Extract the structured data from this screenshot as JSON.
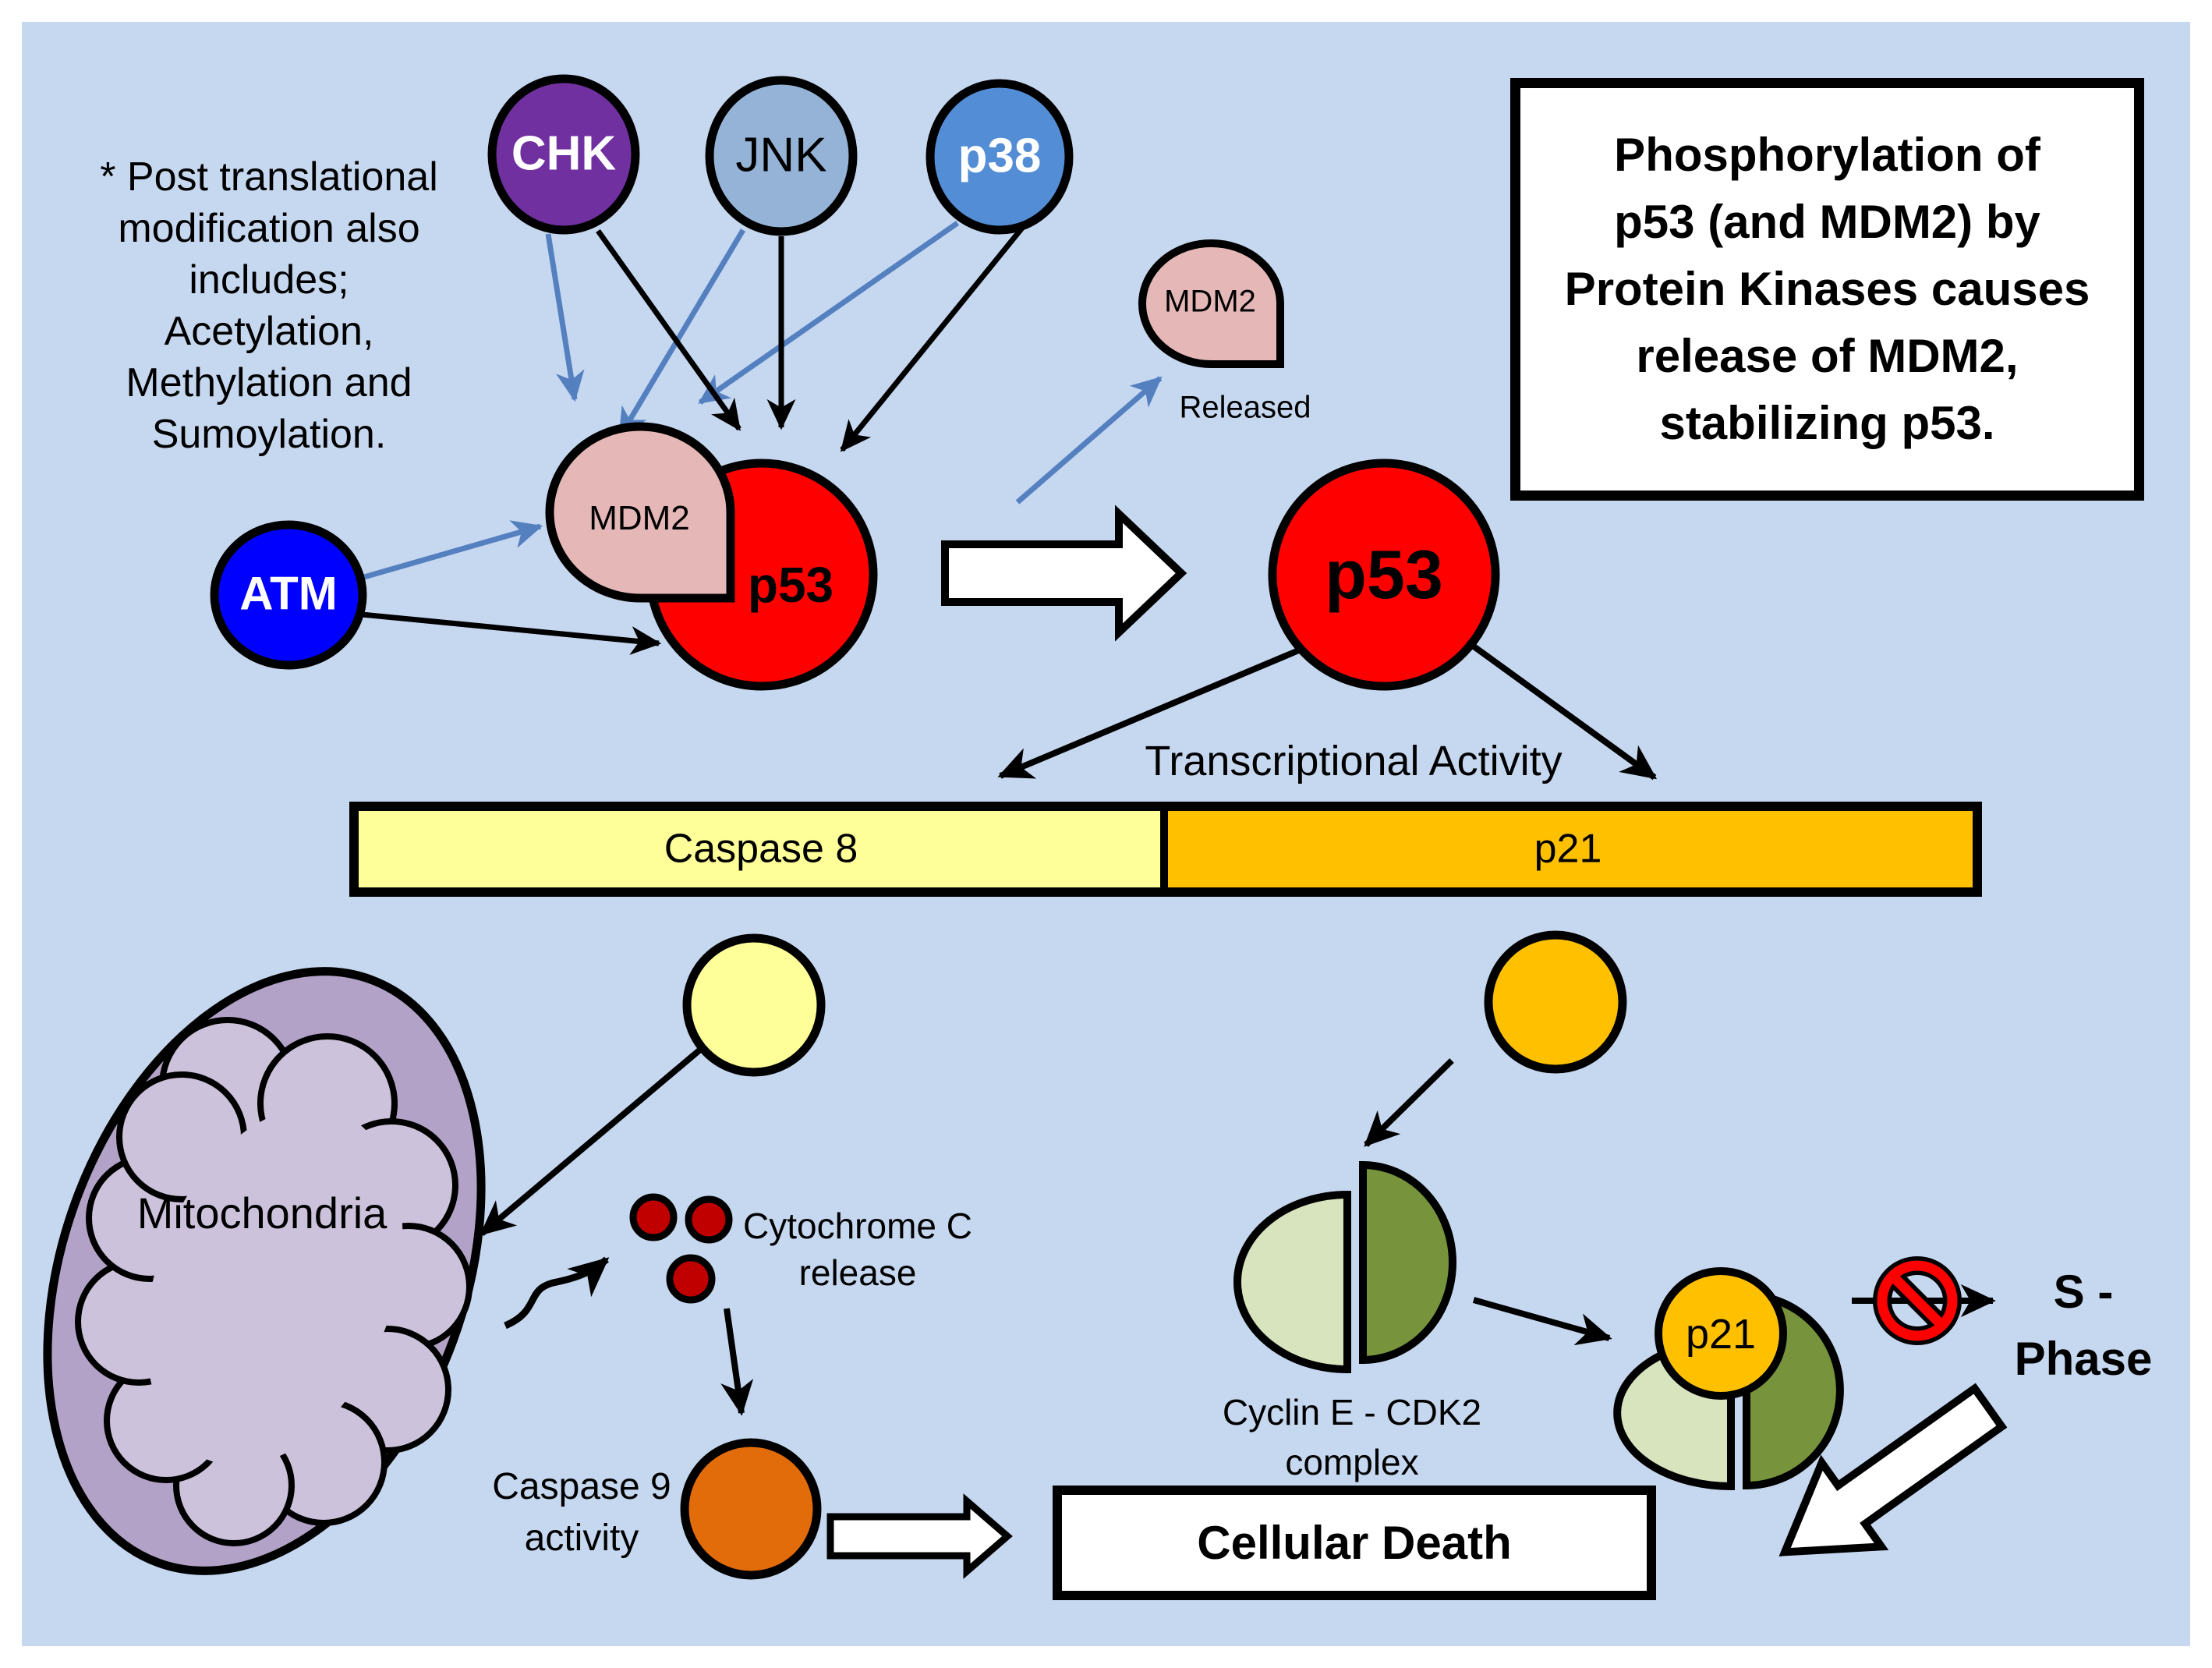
{
  "note": {
    "text": "* Post translational\nmodification also\nincludes;\nAcetylation,\nMethylation and\nSumoylation."
  },
  "info_box": {
    "text": "Phosphorylation of\np53 (and MDM2) by\nProtein Kinases causes\nrelease of MDM2,\nstabilizing p53."
  },
  "kinases": {
    "chk": "CHK",
    "jnk": "JNK",
    "p38": "p38",
    "atm": "ATM"
  },
  "complex": {
    "mdm2": "MDM2",
    "p53": "p53"
  },
  "released": {
    "mdm2": "MDM2",
    "caption": "Released"
  },
  "free_p53": {
    "label": "p53"
  },
  "transcription": {
    "label": "Transcriptional Activity",
    "caspase8": "Caspase 8",
    "p21": "p21"
  },
  "mitochondria": {
    "label": "Mitochondria"
  },
  "cytochrome": {
    "label": "Cytochrome C\nrelease"
  },
  "caspase9": {
    "label": "Caspase 9\nactivity"
  },
  "cellular_death": {
    "label": "Cellular Death"
  },
  "cyclin": {
    "label": "Cyclin E - CDK2\ncomplex",
    "p21": "p21"
  },
  "s_phase": {
    "label": "S -\nPhase"
  },
  "colors": {
    "panel": "#C6D8F0",
    "chk": "#7030A0",
    "jnk": "#95B3D7",
    "p38": "#538DD5",
    "atm": "#0000FF",
    "mdm2": "#E5B8B7",
    "p53": "#FF0000",
    "caspase8_yellow": "#FFFF99",
    "p21_orange": "#FFC000",
    "caspase9_orange": "#E36C0A",
    "cytochrome_red": "#C00000",
    "mito_outer": "#B3A2C7",
    "mito_inner": "#CDC2DB",
    "cyclinE_green": "#D7E4BD",
    "cdk2_olive": "#77933C",
    "arrow_blue": "#5580C0",
    "no_sign_red": "#FF0000"
  }
}
